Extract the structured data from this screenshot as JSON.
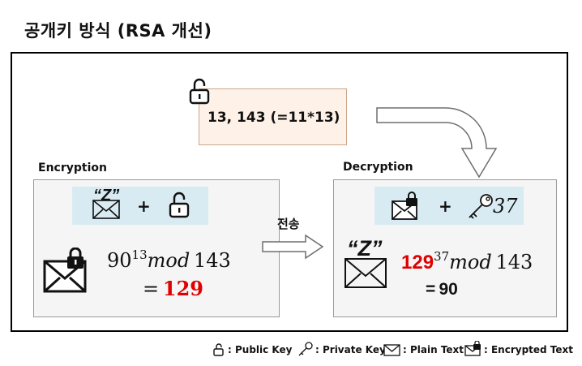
{
  "title": "공개키 방식 (RSA 개선)",
  "public_key_text": "13, 143 (=11*13)",
  "encryption": {
    "label": "Encryption",
    "plain_letter": "“Z”",
    "plus": "+",
    "base": "90",
    "exp": "13",
    "mod_word": "mod",
    "modulus": "143",
    "equals": "=",
    "result": "129"
  },
  "transfer_label": "전송",
  "decryption": {
    "label": "Decryption",
    "plus": "+",
    "key_number": "37",
    "plain_letter": "“Z”",
    "base": "129",
    "exp": "37",
    "mod_word": "mod",
    "modulus": "143",
    "equals": "=",
    "result": "90"
  },
  "legend": {
    "public_key": ": Public Key",
    "private_key": ": Private Key",
    "plain_text": ": Plain Text",
    "encrypted_text": ": Encrypted Text"
  },
  "icons": [
    "unlock-icon",
    "key-icon",
    "envelope-icon",
    "locked-envelope-icon"
  ],
  "colors": {
    "highlight": "#e00000",
    "key_box_bg": "#fdf1e8",
    "strip_bg": "#d9ebf2",
    "panel_bg": "#f5f5f5"
  }
}
